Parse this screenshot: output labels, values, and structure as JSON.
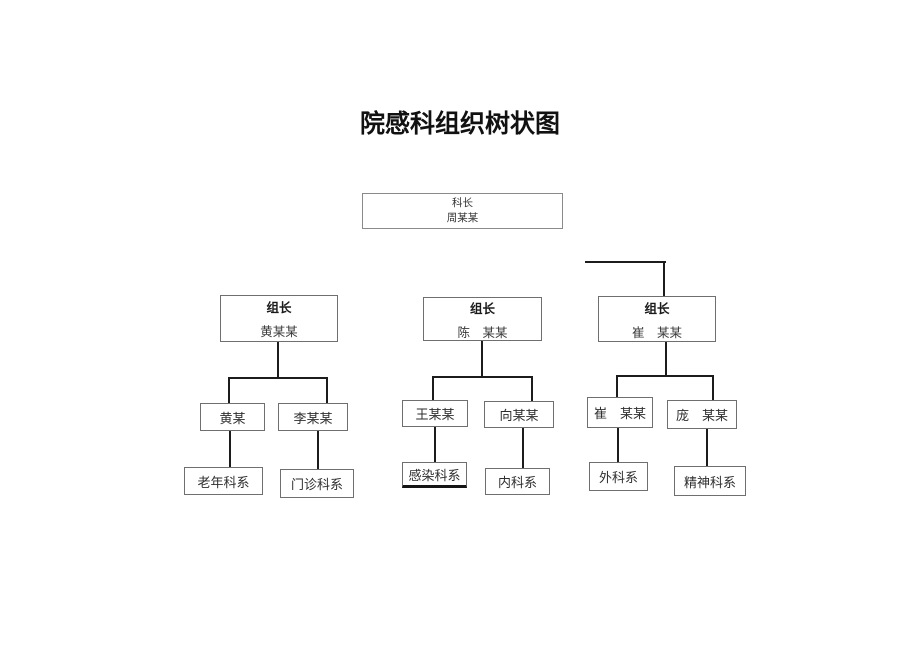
{
  "page": {
    "title": "院感科组织树状图"
  },
  "director": {
    "role": "科长",
    "name": "周某某"
  },
  "groups": [
    {
      "role": "组长",
      "leader": "黄某某",
      "members": [
        "黄某",
        "李某某"
      ],
      "departments": [
        "老年科系",
        "门诊科系"
      ]
    },
    {
      "role": "组长",
      "leader": "陈　某某",
      "members": [
        "王某某",
        "向某某"
      ],
      "departments": [
        "感染科系",
        "内科系"
      ]
    },
    {
      "role": "组长",
      "leader": "崔　某某",
      "members": [
        "崔　某某",
        "庞　某某"
      ],
      "departments": [
        "外科系",
        "精神科系"
      ]
    }
  ],
  "colors": {
    "background": "#ffffff",
    "connector_line": "#1c1c1c",
    "box_border": "#6f6f6f",
    "text": "#262626"
  }
}
